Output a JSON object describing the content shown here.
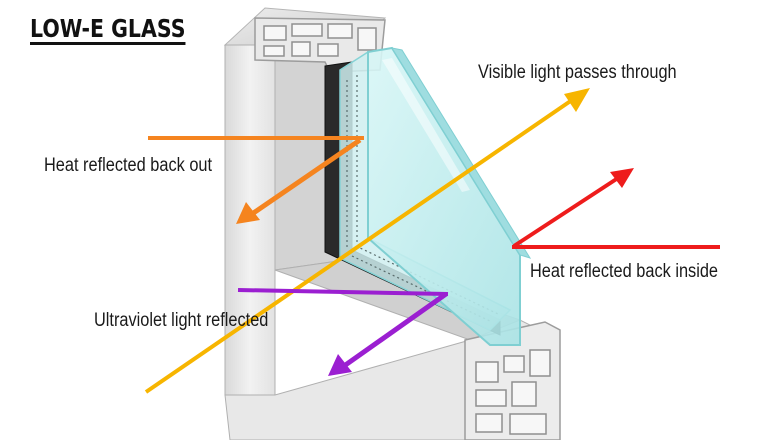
{
  "title": "LOW-E GLASS",
  "labels": {
    "visible_light": "Visible light passes through",
    "heat_out": "Heat reflected back out",
    "heat_inside": "Heat reflected back inside",
    "uv": "Ultraviolet light reflected"
  },
  "colors": {
    "visible_light": "#F7B500",
    "heat_out": "#F5841F",
    "heat_inside": "#EE1C1C",
    "uv": "#9B1FD1",
    "glass": "#BDEDEE",
    "glass_edge": "#86D3D6",
    "frame": "#E6E6E6",
    "frame_shadow": "#BDBDBD"
  }
}
